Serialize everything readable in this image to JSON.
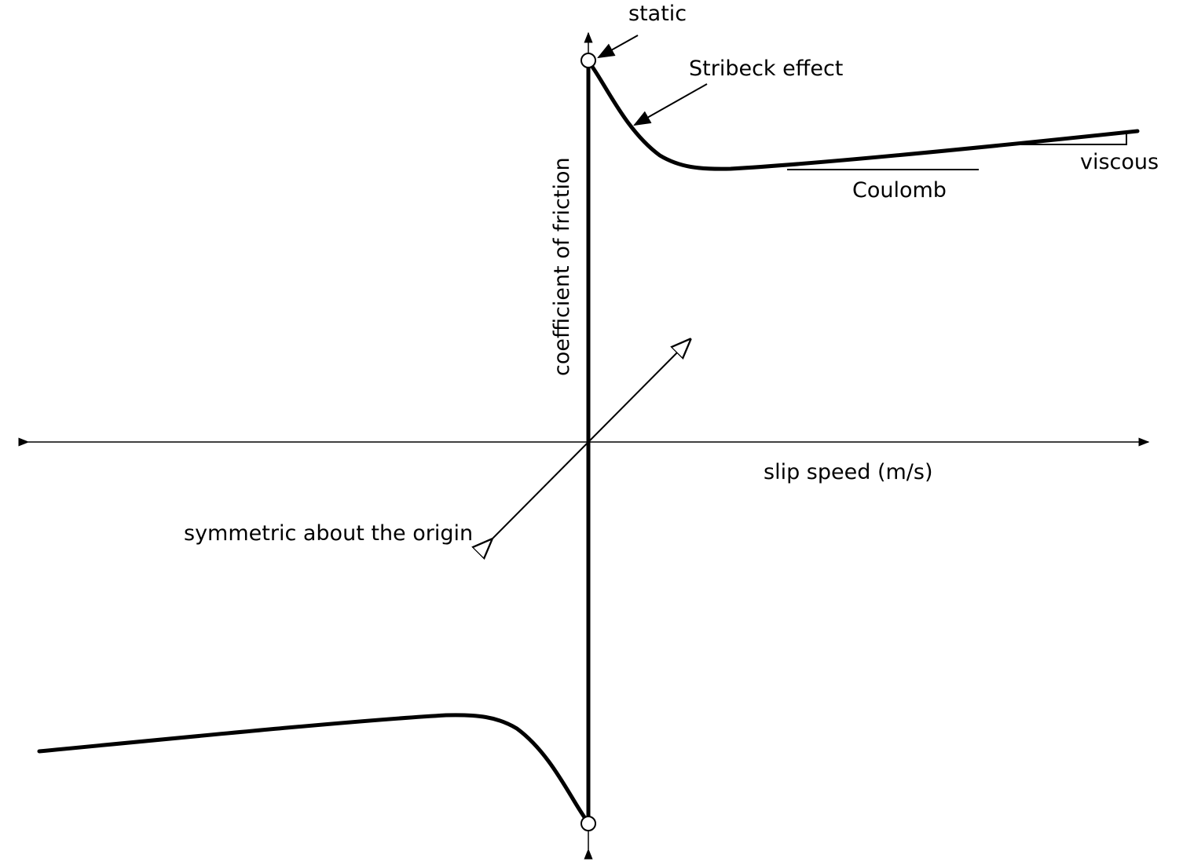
{
  "diagram": {
    "xlabel": "slip speed (m/s)",
    "ylabel": "coefficient of friction",
    "annotations": {
      "static": "static",
      "stribeck": "Stribeck effect",
      "coulomb": "Coulomb",
      "viscous": "viscous",
      "symmetric": "symmetric about the origin"
    },
    "colors": {
      "line": "#000000",
      "background": "#ffffff"
    }
  }
}
